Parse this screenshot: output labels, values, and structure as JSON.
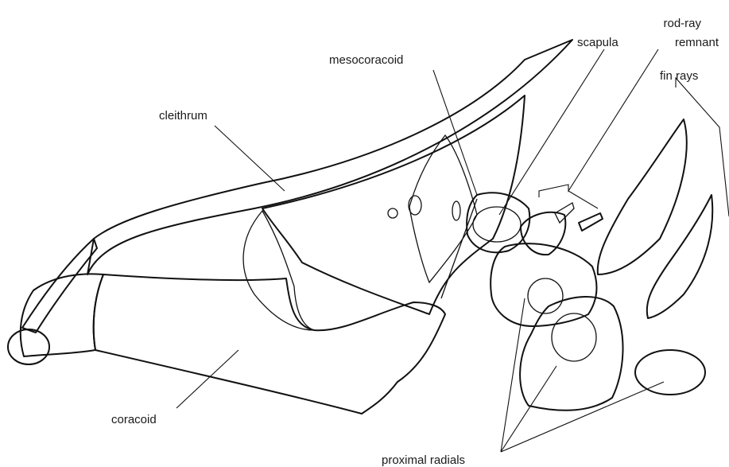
{
  "labels": {
    "rod_ray_line1": "rod-ray",
    "rod_ray_line2": "remnant",
    "scapula": "scapula",
    "mesocoracoid": "mesocoracoid",
    "fin_rays": "fin rays",
    "cleithrum": "cleithrum",
    "coracoid": "coracoid",
    "proximal_radials": "proximal radials"
  }
}
